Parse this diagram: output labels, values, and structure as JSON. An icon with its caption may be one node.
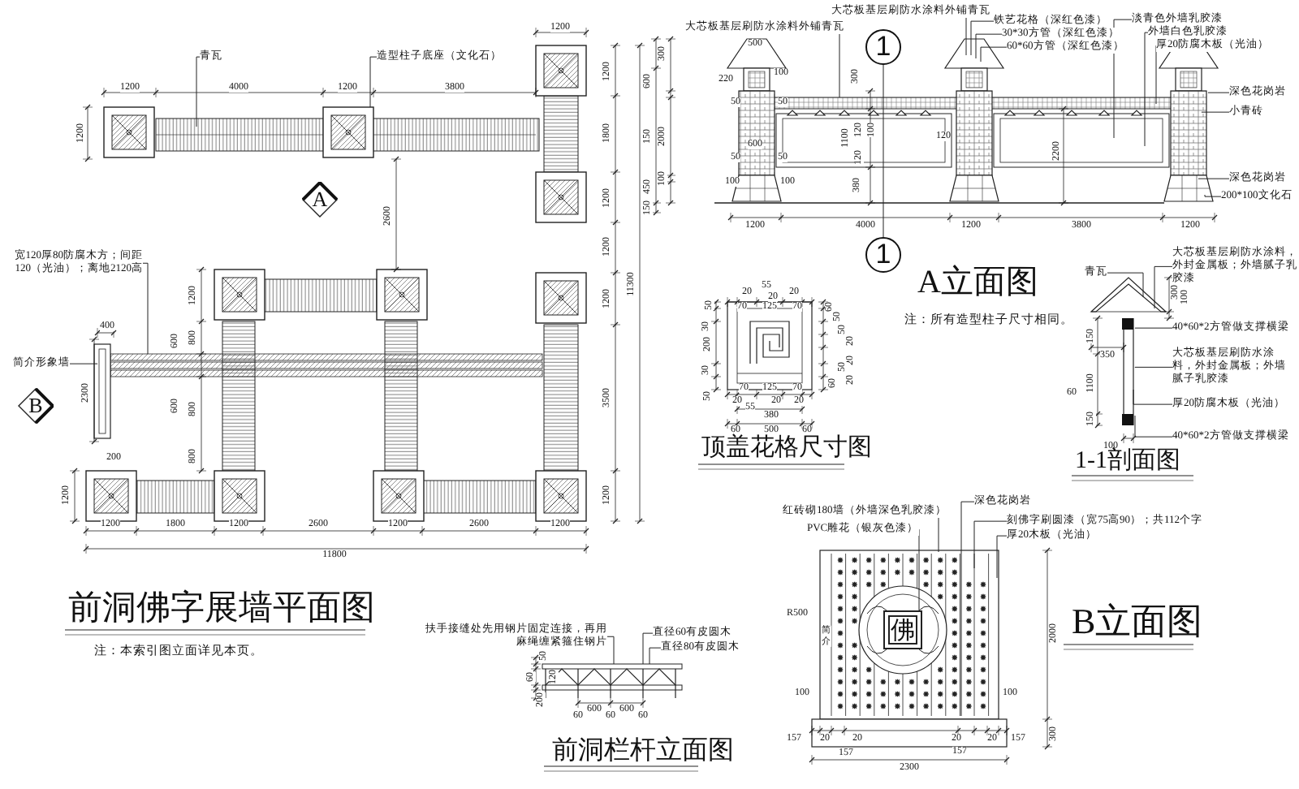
{
  "diagram": {
    "nodes": [
      {
        "text": [
          "青瓦"
        ]
      },
      {
        "text": [
          "造型柱子底座（文化石）"
        ]
      },
      {
        "text": [
          "宽120厚80防腐木方；间距120（光油）；离地2120高"
        ]
      },
      {
        "text": [
          "简介形象墙"
        ]
      },
      {
        "text": [
          "A"
        ]
      },
      {
        "text": [
          "B"
        ]
      },
      {
        "text": [
          "1"
        ]
      },
      {
        "text": [
          "1"
        ]
      },
      {
        "text": [
          "大芯板基层刷防水涂料外铺青瓦"
        ]
      },
      {
        "text": [
          "大芯板基层刷防水涂料外铺青瓦"
        ]
      },
      {
        "text": [
          "铁艺花格（深红色漆）"
        ]
      },
      {
        "text": [
          "30*30方管（深红色漆）"
        ]
      },
      {
        "text": [
          "60*60方管（深红色漆）"
        ]
      },
      {
        "text": [
          "淡青色外墙乳胶漆"
        ]
      },
      {
        "text": [
          "外墙白色乳胶漆"
        ]
      },
      {
        "text": [
          "厚20防腐木板（光油）"
        ]
      },
      {
        "text": [
          "深色花岗岩"
        ]
      },
      {
        "text": [
          "小青砖"
        ]
      },
      {
        "text": [
          "深色花岗岩"
        ]
      },
      {
        "text": [
          "200*100文化石"
        ]
      },
      {
        "text": [
          "青瓦"
        ]
      },
      {
        "text": [
          "大芯板基层刷防水涂料，外封金属板；外墙腻子乳胶漆"
        ]
      },
      {
        "text": [
          "40*60*2方管做支撑横梁"
        ]
      },
      {
        "text": [
          "大芯板基层刷防水涂料，外封金属板；外墙腻子乳胶漆"
        ]
      },
      {
        "text": [
          "厚20防腐木板（光油）"
        ]
      },
      {
        "text": [
          "40*60*2方管做支撑横梁"
        ]
      },
      {
        "text": [
          "红砖砌180墙（外墙深色乳胶漆）"
        ]
      },
      {
        "text": [
          "PVC雕花（银灰色漆）"
        ]
      },
      {
        "text": [
          "深色花岗岩"
        ]
      },
      {
        "text": [
          "刻佛字刷圆漆（宽75高90）；共112个字"
        ]
      },
      {
        "text": [
          "厚20木板（光油）"
        ]
      },
      {
        "text": [
          "扶手接缝处先用钢片固定连接，再用麻绳缠紧箍住钢片"
        ]
      },
      {
        "text": [
          "直径60有皮圆木"
        ]
      },
      {
        "text": [
          "直径80有皮圆木"
        ]
      },
      {
        "text": [
          "佛"
        ]
      }
    ],
    "edges": [
      {
        "from": 0,
        "to": null,
        "arrow": "none"
      },
      {
        "from": 1,
        "to": null,
        "arrow": "none"
      },
      {
        "from": 2,
        "to": null,
        "arrow": "none"
      },
      {
        "from": 3,
        "to": null,
        "arrow": "none"
      },
      {
        "from": 8,
        "to": null,
        "arrow": "none"
      },
      {
        "from": 9,
        "to": null,
        "arrow": "none"
      },
      {
        "from": 10,
        "to": null,
        "arrow": "none"
      },
      {
        "from": 11,
        "to": null,
        "arrow": "none"
      },
      {
        "from": 12,
        "to": null,
        "arrow": "none"
      },
      {
        "from": 13,
        "to": null,
        "arrow": "none"
      },
      {
        "from": 14,
        "to": null,
        "arrow": "none"
      },
      {
        "from": 15,
        "to": null,
        "arrow": "none"
      },
      {
        "from": 16,
        "to": null,
        "arrow": "none"
      },
      {
        "from": 17,
        "to": null,
        "arrow": "none"
      },
      {
        "from": 18,
        "to": null,
        "arrow": "none"
      },
      {
        "from": 19,
        "to": null,
        "arrow": "none"
      },
      {
        "from": 20,
        "to": null,
        "arrow": "none"
      },
      {
        "from": 21,
        "to": null,
        "arrow": "none"
      },
      {
        "from": 22,
        "to": null,
        "arrow": "none"
      },
      {
        "from": 23,
        "to": null,
        "arrow": "none"
      },
      {
        "from": 24,
        "to": null,
        "arrow": "none"
      },
      {
        "from": 25,
        "to": null,
        "arrow": "none"
      },
      {
        "from": 26,
        "to": null,
        "arrow": "none"
      },
      {
        "from": 27,
        "to": 34,
        "arrow": "none"
      },
      {
        "from": 28,
        "to": null,
        "arrow": "none"
      },
      {
        "from": 29,
        "to": null,
        "arrow": "none"
      },
      {
        "from": 30,
        "to": null,
        "arrow": "none"
      },
      {
        "from": 31,
        "to": null,
        "arrow": "none"
      },
      {
        "from": 32,
        "to": null,
        "arrow": "none"
      },
      {
        "from": 33,
        "to": null,
        "arrow": "none"
      },
      {
        "from": 6,
        "to": 7,
        "arrow": "none"
      }
    ],
    "labels": [
      "1200",
      "4000",
      "1200",
      "3800",
      "1200",
      "1200",
      "1200",
      "1800",
      "1200",
      "1200",
      "1200",
      "3500",
      "1200",
      "11300",
      "2600",
      "1200",
      "400",
      "600",
      "800",
      "2300",
      "600",
      "800",
      "200",
      "800",
      "1200",
      "1200",
      "1800",
      "1200",
      "2600",
      "1200",
      "2600",
      "1200",
      "11800",
      "前洞佛字展墙平面图",
      "注：本索引图立面详见本页。",
      "300",
      "600",
      "500",
      "100",
      "220",
      "50",
      "50",
      "150",
      "2000",
      "600",
      "50",
      "50",
      "100",
      "100",
      "100",
      "450",
      "150",
      "300",
      "120",
      "100",
      "1100",
      "120",
      "380",
      "120",
      "2200",
      "1200",
      "4000",
      "1200",
      "3800",
      "1200",
      "A立面图",
      "注：所有造型柱子尺寸相同。",
      "20",
      "55",
      "20",
      "20",
      "70",
      "125",
      "70",
      "50",
      "30",
      "200",
      "30",
      "50",
      "60",
      "50",
      "50",
      "20",
      "20",
      "60",
      "20",
      "50",
      "70",
      "125",
      "70",
      "20",
      "55",
      "20",
      "20",
      "380",
      "60",
      "500",
      "60",
      "顶盖花格尺寸图",
      "350",
      "300",
      "100",
      "150",
      "1100",
      "60",
      "150",
      "100",
      "1-1剖面图",
      "R500",
      "简介",
      "100",
      "100",
      "157",
      "20",
      "20",
      "157",
      "20",
      "157",
      "20",
      "157",
      "2000",
      "300",
      "2300",
      "B立面图",
      "50",
      "60",
      "120",
      "200",
      "600",
      "600",
      "60",
      "60",
      "60",
      "前洞栏杆立面图"
    ]
  }
}
